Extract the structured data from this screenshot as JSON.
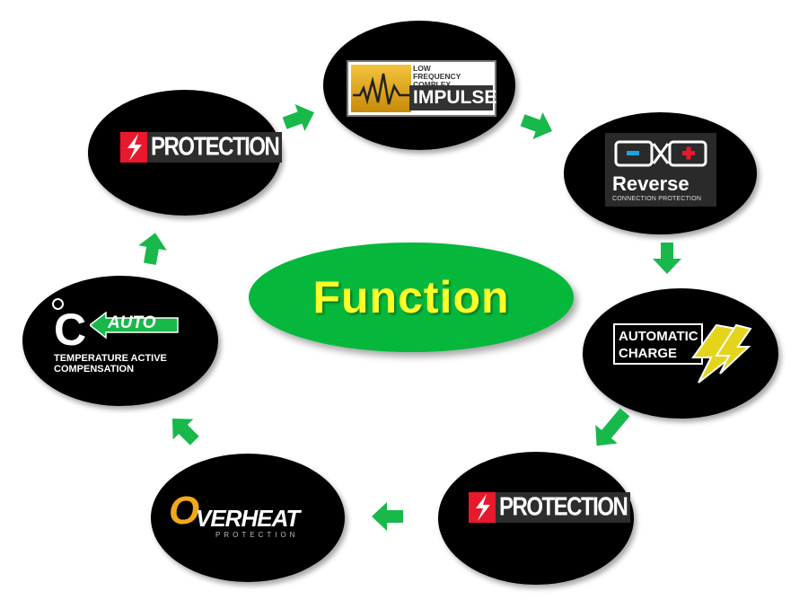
{
  "center": {
    "label": "Function"
  },
  "nodes": {
    "impulse": {
      "line1": "LOW",
      "line2": "FREQUENCY COMPLEX",
      "big": "IMPULSE"
    },
    "reverse": {
      "title": "Reverse",
      "subtitle": "CONNECTION PROTECTION"
    },
    "automatic_charge": {
      "line1": "AUTOMATIC",
      "line2": "CHARGE"
    },
    "protection_bottom": {
      "label": "PROTECTION"
    },
    "overheat": {
      "initial": "O",
      "rest": "VERHEAT",
      "subtitle": "PROTECTION"
    },
    "temperature": {
      "symbol": "C",
      "auto": "AUTO",
      "line1": "TEMPERATURE ACTIVE",
      "line2": "COMPENSATION"
    },
    "protection_top": {
      "label": "PROTECTION"
    }
  },
  "colors": {
    "arrow": "#18b94a",
    "center": "#05b83c",
    "center_text": "#ffff2a",
    "protection_red": "#e8192c",
    "overheat_orange": "#f3a81b"
  }
}
